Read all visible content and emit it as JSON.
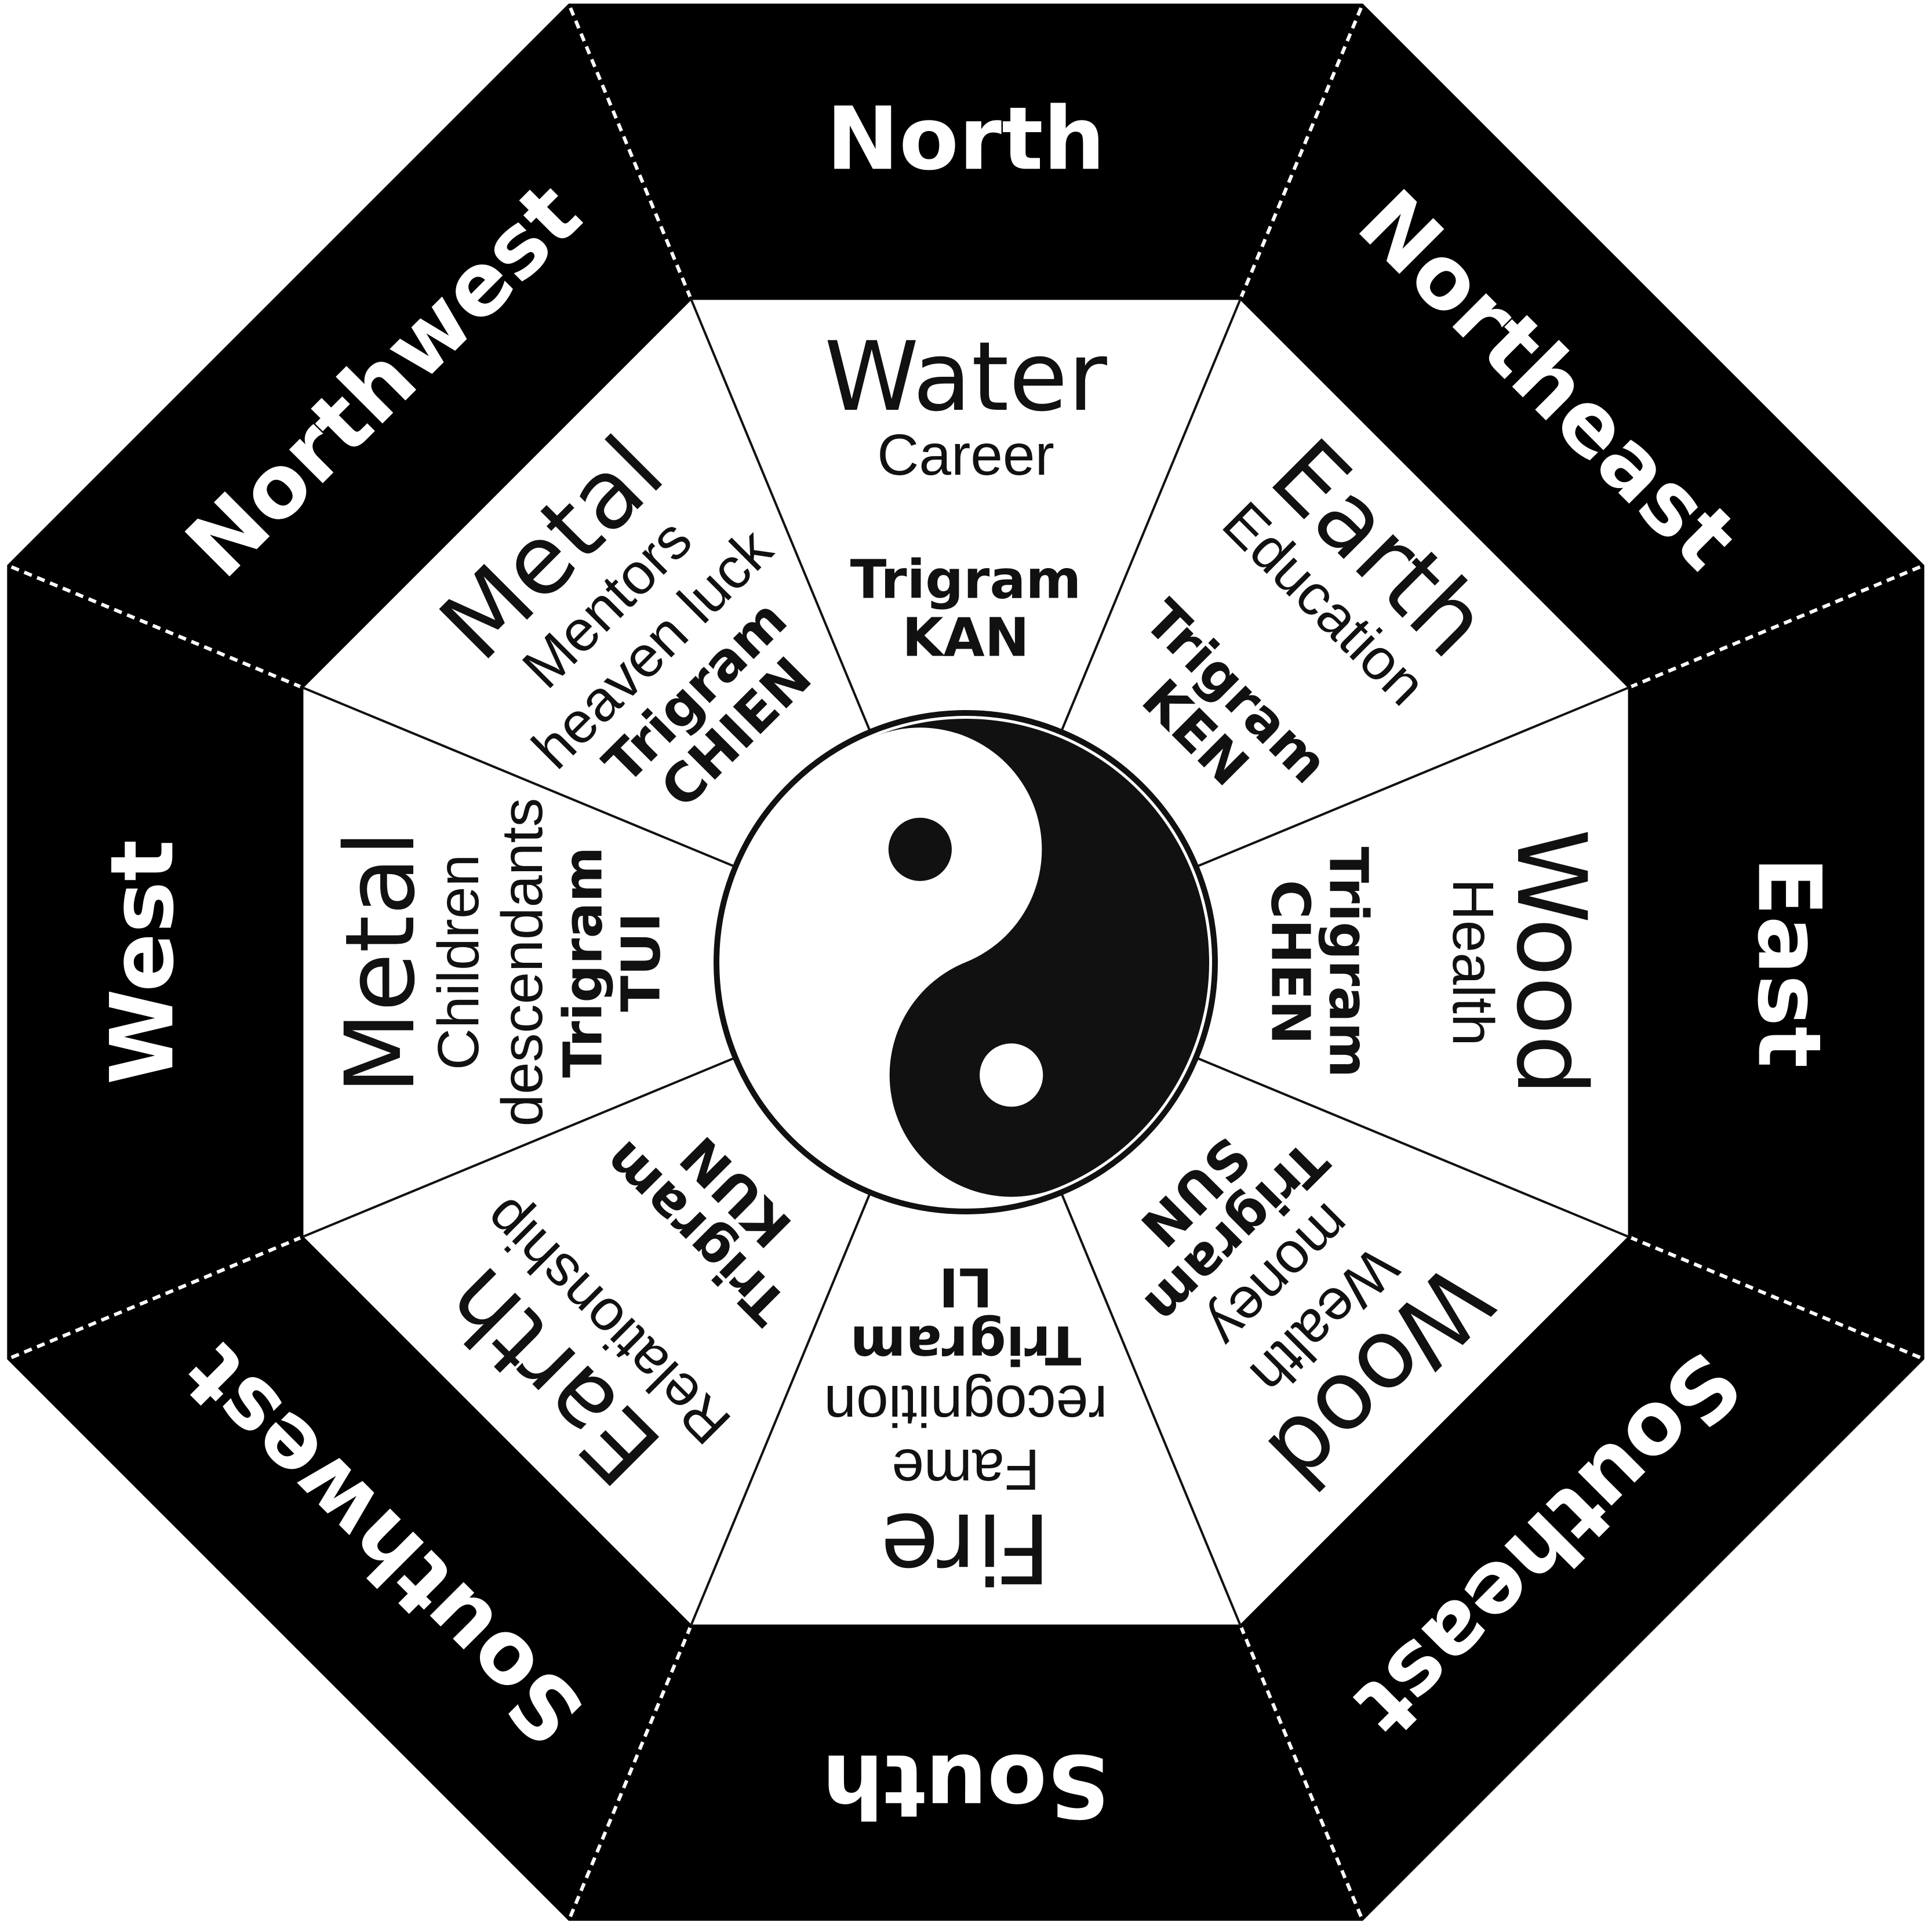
{
  "directions": [
    {
      "id": "north",
      "label": "North"
    },
    {
      "id": "northeast",
      "label": "Northeast"
    },
    {
      "id": "east",
      "label": "East"
    },
    {
      "id": "southeast",
      "label": "Southeast"
    },
    {
      "id": "south",
      "label": "South"
    },
    {
      "id": "southwest",
      "label": "Southwest"
    },
    {
      "id": "west",
      "label": "West"
    },
    {
      "id": "northwest",
      "label": "Northwest"
    }
  ],
  "sectors": [
    {
      "id": "north",
      "element": "Water",
      "aspects": [
        "Career"
      ],
      "trigram_word": "Trigram",
      "trigram_name": "KAN"
    },
    {
      "id": "northeast",
      "element": "Earth",
      "aspects": [
        "Education"
      ],
      "trigram_word": "Trigram",
      "trigram_name": "KEN"
    },
    {
      "id": "east",
      "element": "Wood",
      "aspects": [
        "Health"
      ],
      "trigram_word": "Trigram",
      "trigram_name": "CHEN"
    },
    {
      "id": "southeast",
      "element": "Wood",
      "aspects": [
        "Wealth",
        "money"
      ],
      "trigram_word": "Trigram",
      "trigram_name": "SUN"
    },
    {
      "id": "south",
      "element": "Fire",
      "aspects": [
        "Fame",
        "recognition"
      ],
      "trigram_word": "Trigram",
      "trigram_name": "LI"
    },
    {
      "id": "southwest",
      "element": "Earth",
      "aspects": [
        "Relationship"
      ],
      "trigram_word": "Trigram",
      "trigram_name": "KUN"
    },
    {
      "id": "west",
      "element": "Metal",
      "aspects": [
        "Children",
        "descendants"
      ],
      "trigram_word": "Trigram",
      "trigram_name": "TUI"
    },
    {
      "id": "northwest",
      "element": "Metal",
      "aspects": [
        "Mentors",
        "heaven luck"
      ],
      "trigram_word": "Trigram",
      "trigram_name": "CHIEN"
    }
  ],
  "colors": {
    "ring": "#000000",
    "panel": "#ffffff",
    "ink": "#111111",
    "direction_text": "#ffffff"
  }
}
